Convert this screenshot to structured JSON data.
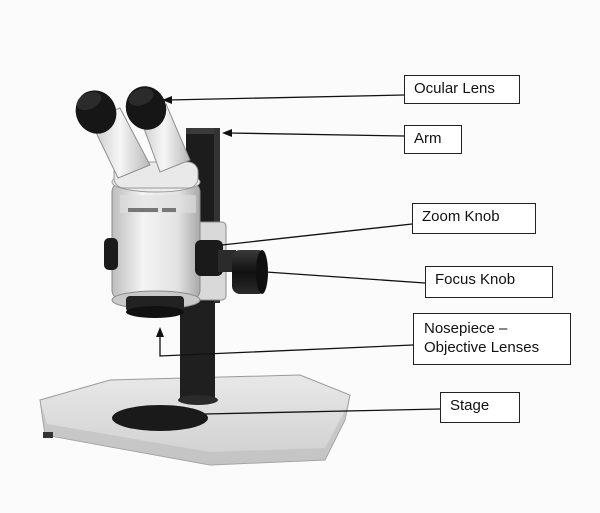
{
  "labels": {
    "ocular_lens": "Ocular Lens",
    "arm": "Arm",
    "zoom_knob": "Zoom Knob",
    "focus_knob": "Focus Knob",
    "nosepiece": "Nosepiece –\nObjective Lenses",
    "stage": "Stage"
  },
  "colors": {
    "body": "#e6e6e6",
    "dark": "#1a1a1a",
    "pillar": "#222222",
    "base": "#dcdcdc",
    "leader_line": "#111111"
  }
}
